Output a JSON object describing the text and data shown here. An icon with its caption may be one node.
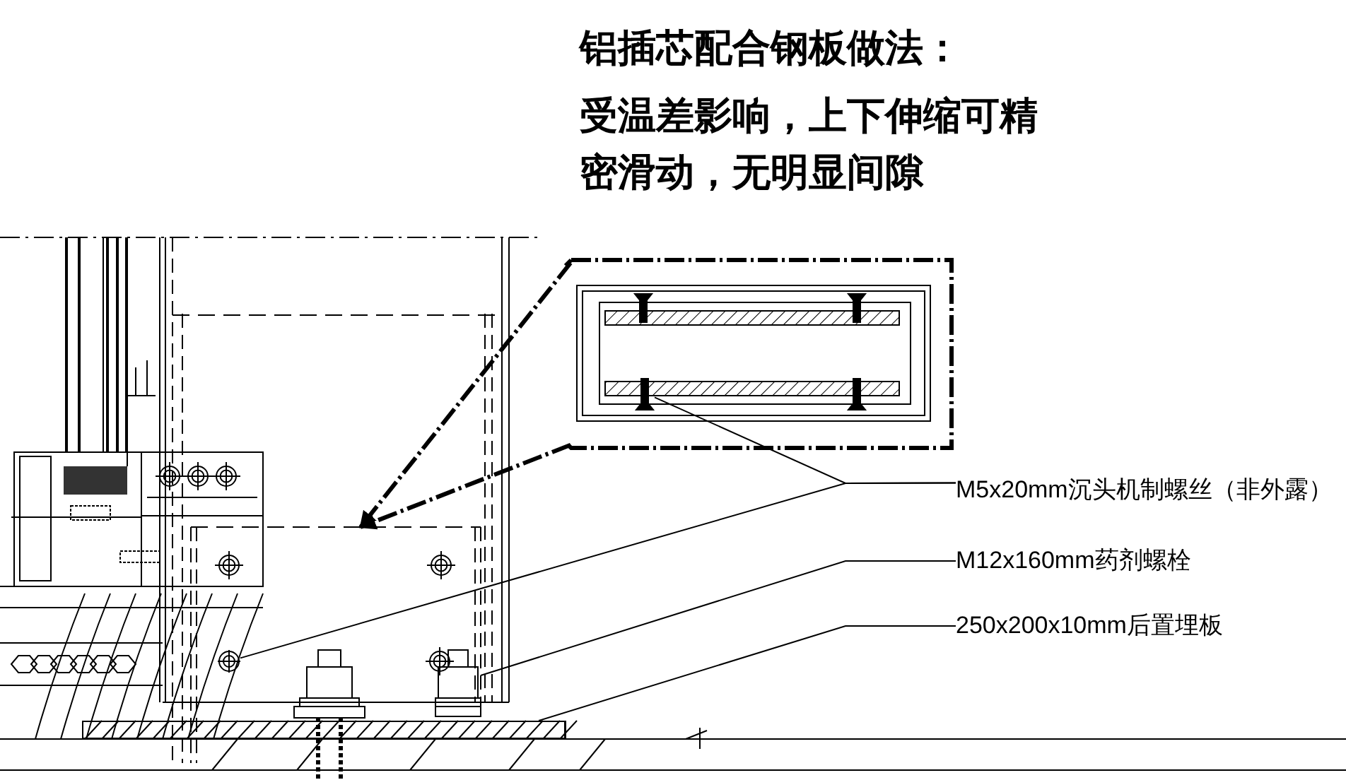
{
  "diagram": {
    "nodes": [
      {
        "text": [
          "M5x20mm沉头机制螺丝（非外露）"
        ]
      },
      {
        "text": [
          "M12x160mm药剂螺栓"
        ]
      },
      {
        "text": [
          "250x200x10mm后置埋板"
        ]
      },
      {
        "text": [],
        "shape": "picture"
      },
      {
        "text": [],
        "shape": "picture",
        "in": 3
      },
      {
        "text": [],
        "shape": "circle"
      },
      {
        "text": [],
        "shape": "picture"
      },
      {
        "text": [],
        "shape": "bar"
      }
    ],
    "edges": [
      {
        "from": 0,
        "to": 4,
        "arrow": "none"
      },
      {
        "from": 0,
        "to": 5,
        "arrow": "none"
      },
      {
        "from": 1,
        "to": 6,
        "arrow": "none"
      },
      {
        "from": 2,
        "to": 7,
        "arrow": "none"
      },
      {
        "from": 3,
        "to": null,
        "arrow": "to",
        "style": "dashed"
      },
      {
        "from": 3,
        "to": null,
        "arrow": "to",
        "style": "dashed"
      }
    ],
    "labels": [
      "铝插芯配合钢板做法：",
      "受温差影响，上下伸缩可精密滑动，无明显间隙"
    ]
  }
}
